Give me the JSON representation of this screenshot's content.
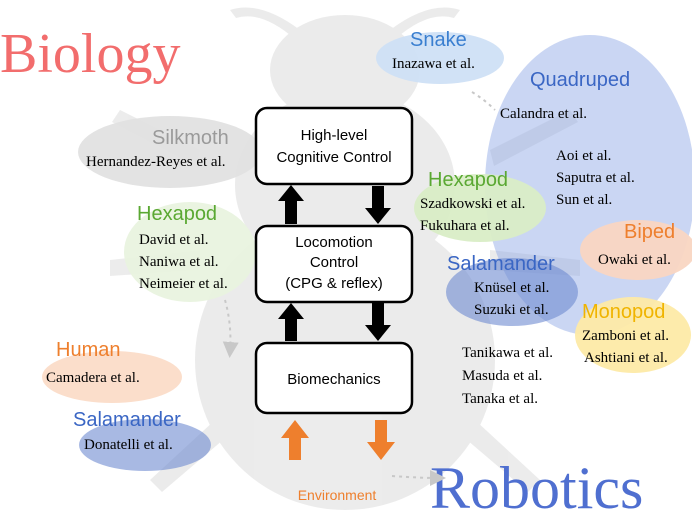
{
  "headings": {
    "biology": "Biology",
    "robotics": "Robotics"
  },
  "core_boxes": {
    "cognitive": [
      "High-level",
      "Cognitive Control"
    ],
    "locomotion": [
      "Locomotion",
      "Control",
      "(CPG & reflex)"
    ],
    "biomechanics": "Biomechanics"
  },
  "environment": "Environment",
  "biology_groups": {
    "silkmoth": {
      "label": "Silkmoth",
      "authors": [
        "Hernandez-Reyes et al."
      ]
    },
    "hexapod": {
      "label": "Hexapod",
      "authors": [
        "David et al.",
        "Naniwa et al.",
        "Neimeier et al."
      ]
    },
    "human": {
      "label": "Human",
      "authors": [
        "Camadera et al."
      ]
    },
    "salamander": {
      "label": "Salamander",
      "authors": [
        "Donatelli et al."
      ]
    }
  },
  "robotics_groups": {
    "snake": {
      "label": "Snake",
      "authors": [
        "Inazawa et al."
      ]
    },
    "quadruped": {
      "label": "Quadruped",
      "authors": [
        "Calandra et al.",
        "Aoi et al.",
        "Saputra et al.",
        "Sun et al."
      ]
    },
    "hexapod": {
      "label": "Hexapod",
      "authors": [
        "Szadkowski et al.",
        "Fukuhara et al."
      ]
    },
    "biped": {
      "label": "Biped",
      "authors": [
        "Owaki et al."
      ]
    },
    "salamander": {
      "label": "Salamander",
      "authors": [
        "Knüsel et al.",
        "Suzuki et al."
      ]
    },
    "monopod": {
      "label": "Monopod",
      "authors": [
        "Zamboni et al.",
        "Ashtiani et al."
      ]
    },
    "misc": {
      "authors": [
        "Tanikawa et al.",
        "Masuda et al.",
        "Tanaka et al."
      ]
    }
  },
  "colors": {
    "biology": "#f26d6d",
    "robotics": "#4f6fd0",
    "silkmoth": "#9a9a9a",
    "hexapod": "#5aa832",
    "human": "#ee7f2d",
    "salamander": "#3a66c4",
    "snake": "#3a7fd0",
    "quadruped": "#3a66c4",
    "biped": "#ee7f2d",
    "monopod": "#f0b400",
    "environment": "#ee7f2d",
    "arrow_dark": "#000000",
    "arrow_env": "#ee7f2d"
  }
}
